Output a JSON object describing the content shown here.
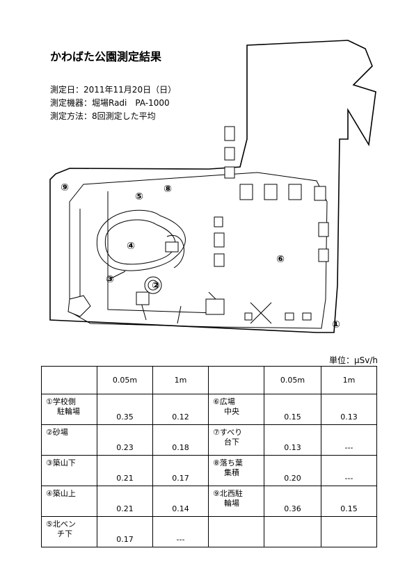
{
  "doc": {
    "title": "かわばた公園測定結果",
    "date": "測定日：2011年11月20日（日）",
    "device": "測定機器：堀場Radi　PA-1000",
    "method": "測定方法：8回測定した平均"
  },
  "map": {
    "markers": [
      "①",
      "②",
      "③",
      "④",
      "⑤",
      "⑥",
      "⑧",
      "⑨"
    ]
  },
  "table": {
    "unit": "単位：μSv/h",
    "headers": [
      "0.05m",
      "1m",
      "0.05m",
      "1m"
    ],
    "rows": [
      {
        "left": {
          "name1": "①学校側",
          "name2": "駐輪場",
          "v005": "0.35",
          "v1": "0.12"
        },
        "right": {
          "name1": "⑥広場",
          "name2": "中央",
          "v005": "0.15",
          "v1": "0.13"
        }
      },
      {
        "left": {
          "name1": "②砂場",
          "name2": "",
          "v005": "0.23",
          "v1": "0.18"
        },
        "right": {
          "name1": "⑦すべり",
          "name2": "台下",
          "v005": "0.13",
          "v1": "---"
        }
      },
      {
        "left": {
          "name1": "③築山下",
          "name2": "",
          "v005": "0.21",
          "v1": "0.17"
        },
        "right": {
          "name1": "⑧落ち葉",
          "name2": "集積",
          "v005": "0.20",
          "v1": "---"
        }
      },
      {
        "left": {
          "name1": "④築山上",
          "name2": "",
          "v005": "0.21",
          "v1": "0.14"
        },
        "right": {
          "name1": "⑨北西駐",
          "name2": "輪場",
          "v005": "0.36",
          "v1": "0.15"
        }
      },
      {
        "left": {
          "name1": "⑤北ベン",
          "name2": "チ下",
          "v005": "0.17",
          "v1": "---"
        },
        "right": {
          "name1": "",
          "name2": "",
          "v005": "",
          "v1": ""
        }
      }
    ]
  }
}
